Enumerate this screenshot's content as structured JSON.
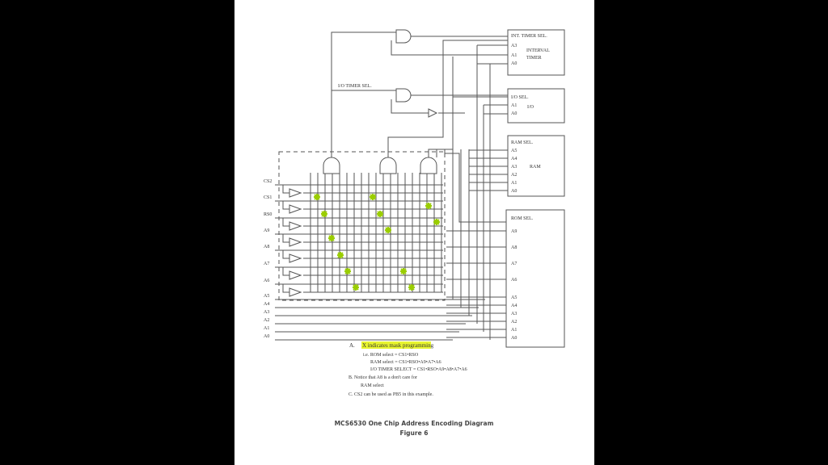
{
  "left_labels": [
    "CS2",
    "CS1",
    "RS0",
    "A9",
    "A8",
    "A7",
    "A6",
    "A5",
    "A4",
    "A3",
    "A2",
    "A1",
    "A0"
  ],
  "io_timer_label": "I/O TIMER SEL.",
  "boxes": {
    "timer": {
      "title": "INT. TIMER SEL.",
      "pins": [
        "A3",
        "A1",
        "A0"
      ],
      "name": "INTERVAL",
      "name2": "TIMER"
    },
    "io": {
      "title": "I/O SEL.",
      "pins": [
        "A1",
        "A0"
      ],
      "name": "I/O"
    },
    "ram": {
      "title": "RAM SEL.",
      "pins": [
        "A5",
        "A4",
        "A3",
        "A2",
        "A1",
        "A0"
      ],
      "name": "RAM"
    },
    "rom": {
      "title": "ROM  SEL.",
      "pins": [
        "A9",
        "A8",
        "A7",
        "A6",
        "A5",
        "A4",
        "A3",
        "A2",
        "A1",
        "A0"
      ]
    }
  },
  "notes": {
    "a_label": "A.",
    "a_text": "X indicates mask programming",
    "ie": "i.e. ROM select = CS1•RSO",
    "ram": "RAM select = CS1•RSO•A9•A7•A6",
    "io": "I/O TIMER SELECT = CS1•RSO•A9•A8•A7•A6",
    "b1": "B. Notice that A8 is a don't care for",
    "b2": "RAM select",
    "c": "C. CS2 can be used as PB5 in this example."
  },
  "caption": {
    "title": "MCS6530 One Chip Address Encoding Diagram",
    "figure": "Figure 6"
  },
  "colors": {
    "highlight": "#e8f530",
    "mark": "#9acd00",
    "line": "#555555"
  }
}
